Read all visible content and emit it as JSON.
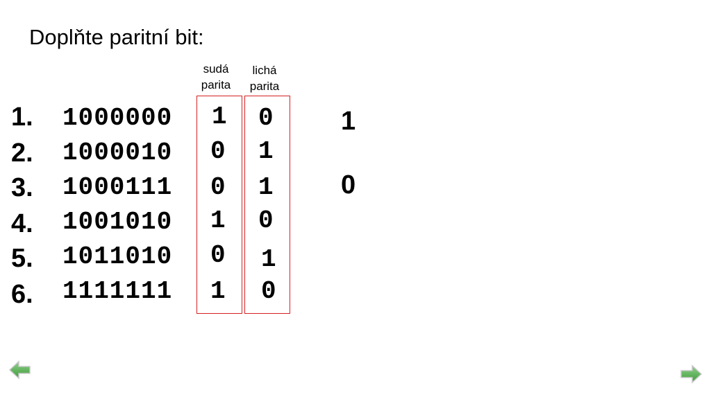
{
  "title": "Doplňte paritní bit:",
  "headers": {
    "even": "sudá\nparita",
    "odd": "lichá\nparita"
  },
  "rows": [
    {
      "num": "1.",
      "bits": "1000000",
      "even": "1",
      "odd": "0"
    },
    {
      "num": "2.",
      "bits": "1000010",
      "even": "0",
      "odd": "1"
    },
    {
      "num": "3.",
      "bits": "1000111",
      "even": "0",
      "odd": "1"
    },
    {
      "num": "4.",
      "bits": "1001010",
      "even": "1",
      "odd": "0"
    },
    {
      "num": "5.",
      "bits": "1011010",
      "even": "0",
      "odd": "1"
    },
    {
      "num": "6.",
      "bits": "1111111",
      "even": "1",
      "odd": "0"
    }
  ],
  "side_values": [
    "1",
    "0"
  ],
  "nav": {
    "back": "arrow-left-icon",
    "forward": "arrow-right-icon"
  },
  "colors": {
    "box_border": "#d42020",
    "nav_arrow": "#4caf50"
  }
}
